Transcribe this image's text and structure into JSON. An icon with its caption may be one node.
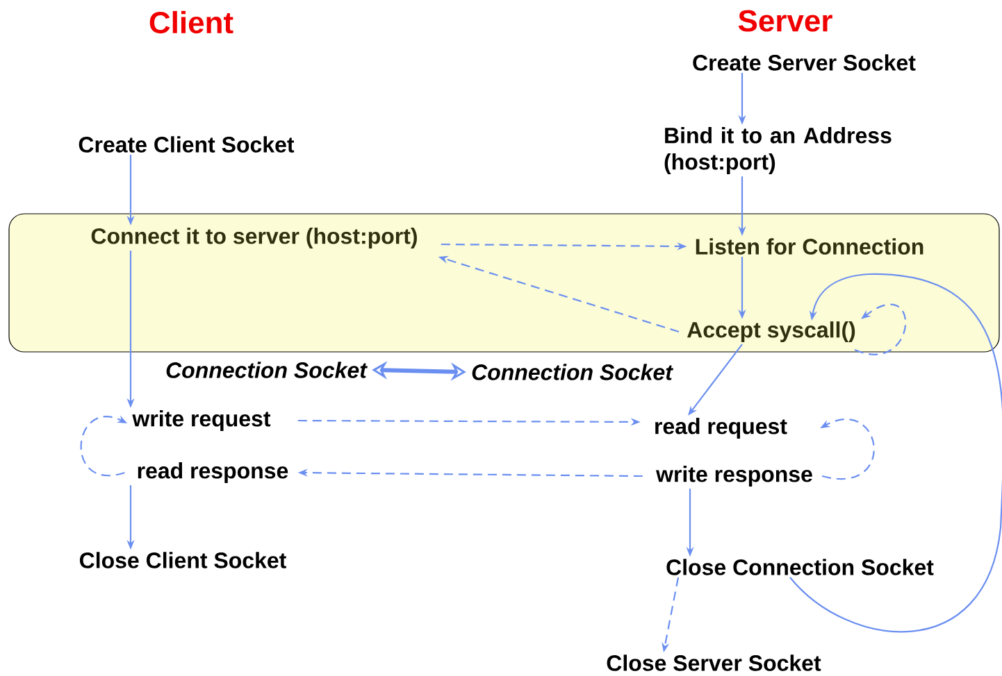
{
  "diagram": {
    "nodes": [
      {
        "text": [
          "Create Server Socket"
        ]
      },
      {
        "text": [
          "Create Client Socket"
        ]
      },
      {
        "text": [
          "Bind it to an Address (host:port)"
        ]
      },
      {
        "text": [],
        "shape": "box"
      },
      {
        "text": [
          "Connect it to server (host:port)"
        ],
        "in": 3
      },
      {
        "text": [
          "Listen for Connection"
        ],
        "in": 3
      },
      {
        "text": [
          "Accept syscall()"
        ],
        "in": 3
      },
      {
        "text": [
          "Connection Socket"
        ]
      },
      {
        "text": [
          "Connection Socket"
        ]
      },
      {
        "text": [
          "write request"
        ]
      },
      {
        "text": [
          "read request"
        ]
      },
      {
        "text": [
          "read response"
        ]
      },
      {
        "text": [
          "write response"
        ]
      },
      {
        "text": [
          "Close Client Socket"
        ]
      },
      {
        "text": [
          "Close Connection Socket"
        ]
      },
      {
        "text": [
          "Close Server Socket"
        ]
      }
    ],
    "edges": [
      {
        "from": 0,
        "to": 2,
        "arrow": "to"
      },
      {
        "from": 1,
        "to": 4,
        "arrow": "to"
      },
      {
        "from": 2,
        "to": 5,
        "arrow": "to"
      },
      {
        "from": 4,
        "to": 5,
        "arrow": "to",
        "style": "dashed"
      },
      {
        "from": 6,
        "to": 4,
        "arrow": "to",
        "style": "dashed"
      },
      {
        "from": 5,
        "to": 6,
        "arrow": "to"
      },
      {
        "from": 6,
        "to": 6,
        "arrow": "to",
        "style": "dashed"
      },
      {
        "from": 4,
        "to": 9,
        "arrow": "to"
      },
      {
        "from": 7,
        "to": 8,
        "arrow": "both",
        "style": "thick"
      },
      {
        "from": 6,
        "to": 10,
        "arrow": "to"
      },
      {
        "from": 9,
        "to": 10,
        "arrow": "to",
        "style": "dashed"
      },
      {
        "from": 12,
        "to": 11,
        "arrow": "to",
        "style": "dashed"
      },
      {
        "from": 11,
        "to": 9,
        "arrow": "to",
        "style": "dashed"
      },
      {
        "from": 12,
        "to": 10,
        "arrow": "to",
        "style": "dashed"
      },
      {
        "from": 12,
        "to": 14,
        "arrow": "to"
      },
      {
        "from": 14,
        "to": 6,
        "arrow": "to"
      },
      {
        "from": 14,
        "to": 15,
        "arrow": "to",
        "style": "dashed"
      },
      {
        "from": 11,
        "to": 13,
        "arrow": "to"
      }
    ],
    "labels": [
      "Client",
      "Server"
    ]
  }
}
